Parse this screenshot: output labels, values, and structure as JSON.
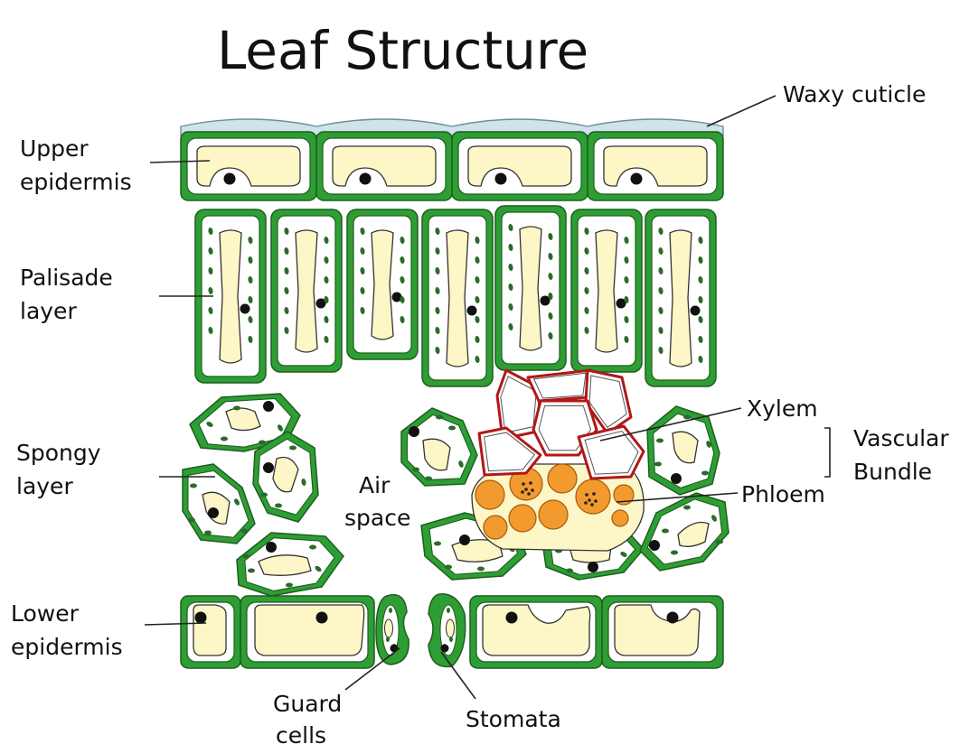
{
  "title": "Leaf Structure",
  "labels": {
    "waxy_cuticle": "Waxy cuticle",
    "upper_epidermis": [
      "Upper",
      "epidermis"
    ],
    "palisade_layer": [
      "Palisade",
      "layer"
    ],
    "spongy_layer": [
      "Spongy",
      "layer"
    ],
    "air_space": [
      "Air",
      "space"
    ],
    "lower_epidermis": [
      "Lower",
      "epidermis"
    ],
    "guard_cells": [
      "Guard",
      "cells"
    ],
    "stomata": "Stomata",
    "xylem": "Xylem",
    "phloem": "Phloem",
    "vascular_bundle": [
      "Vascular",
      "Bundle"
    ]
  },
  "colors": {
    "cell_wall": "#2e9e34",
    "cell_wall_light": "#c9efc3",
    "vacuole": "#fdf6c6",
    "chloroplast": "#2b6b2b",
    "nucleus": "#111111",
    "xylem": "#b01818",
    "phloem": "#f29a2e",
    "cuticle": "#cfe3ea"
  }
}
